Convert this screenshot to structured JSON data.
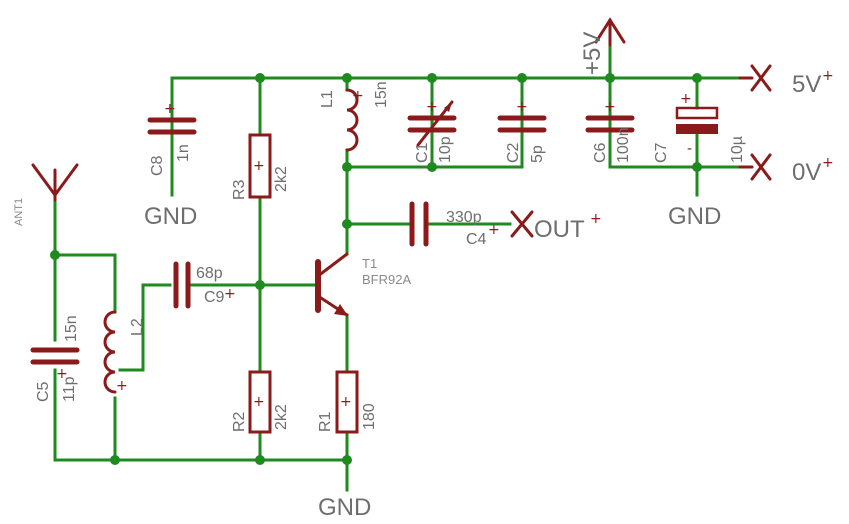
{
  "nets": {
    "gnd_c8": "GND",
    "gnd_c7": "GND",
    "gnd_bottom": "GND",
    "vcc_label": "+5V",
    "port_5v": "5V",
    "port_0v": "0V",
    "port_out": "OUT"
  },
  "components": {
    "ant1": {
      "name": "ANT1"
    },
    "c8": {
      "name": "C8",
      "value": "1n"
    },
    "r3": {
      "name": "R3",
      "value": "2k2"
    },
    "l1": {
      "name": "L1",
      "value": "15n"
    },
    "c1": {
      "name": "C1",
      "value": "10p"
    },
    "c2": {
      "name": "C2",
      "value": "5p"
    },
    "c6": {
      "name": "C6",
      "value": "100n"
    },
    "c7": {
      "name": "C7",
      "value": "10µ",
      "polarity": "-"
    },
    "c5": {
      "name": "C5",
      "value": "11p"
    },
    "l2": {
      "name": "L2",
      "value": "15n"
    },
    "c9": {
      "name": "C9",
      "value": "68p"
    },
    "c4": {
      "name": "C4",
      "value": "330p"
    },
    "t1": {
      "name": "T1",
      "value": "BFR92A"
    },
    "r2": {
      "name": "R2",
      "value": "2k2"
    },
    "r1": {
      "name": "R1",
      "value": "180"
    }
  },
  "colors": {
    "wire": "#1f8a1f",
    "component": "#8b1a1a",
    "label": "#6e6e6e",
    "background": "#ffffff"
  }
}
